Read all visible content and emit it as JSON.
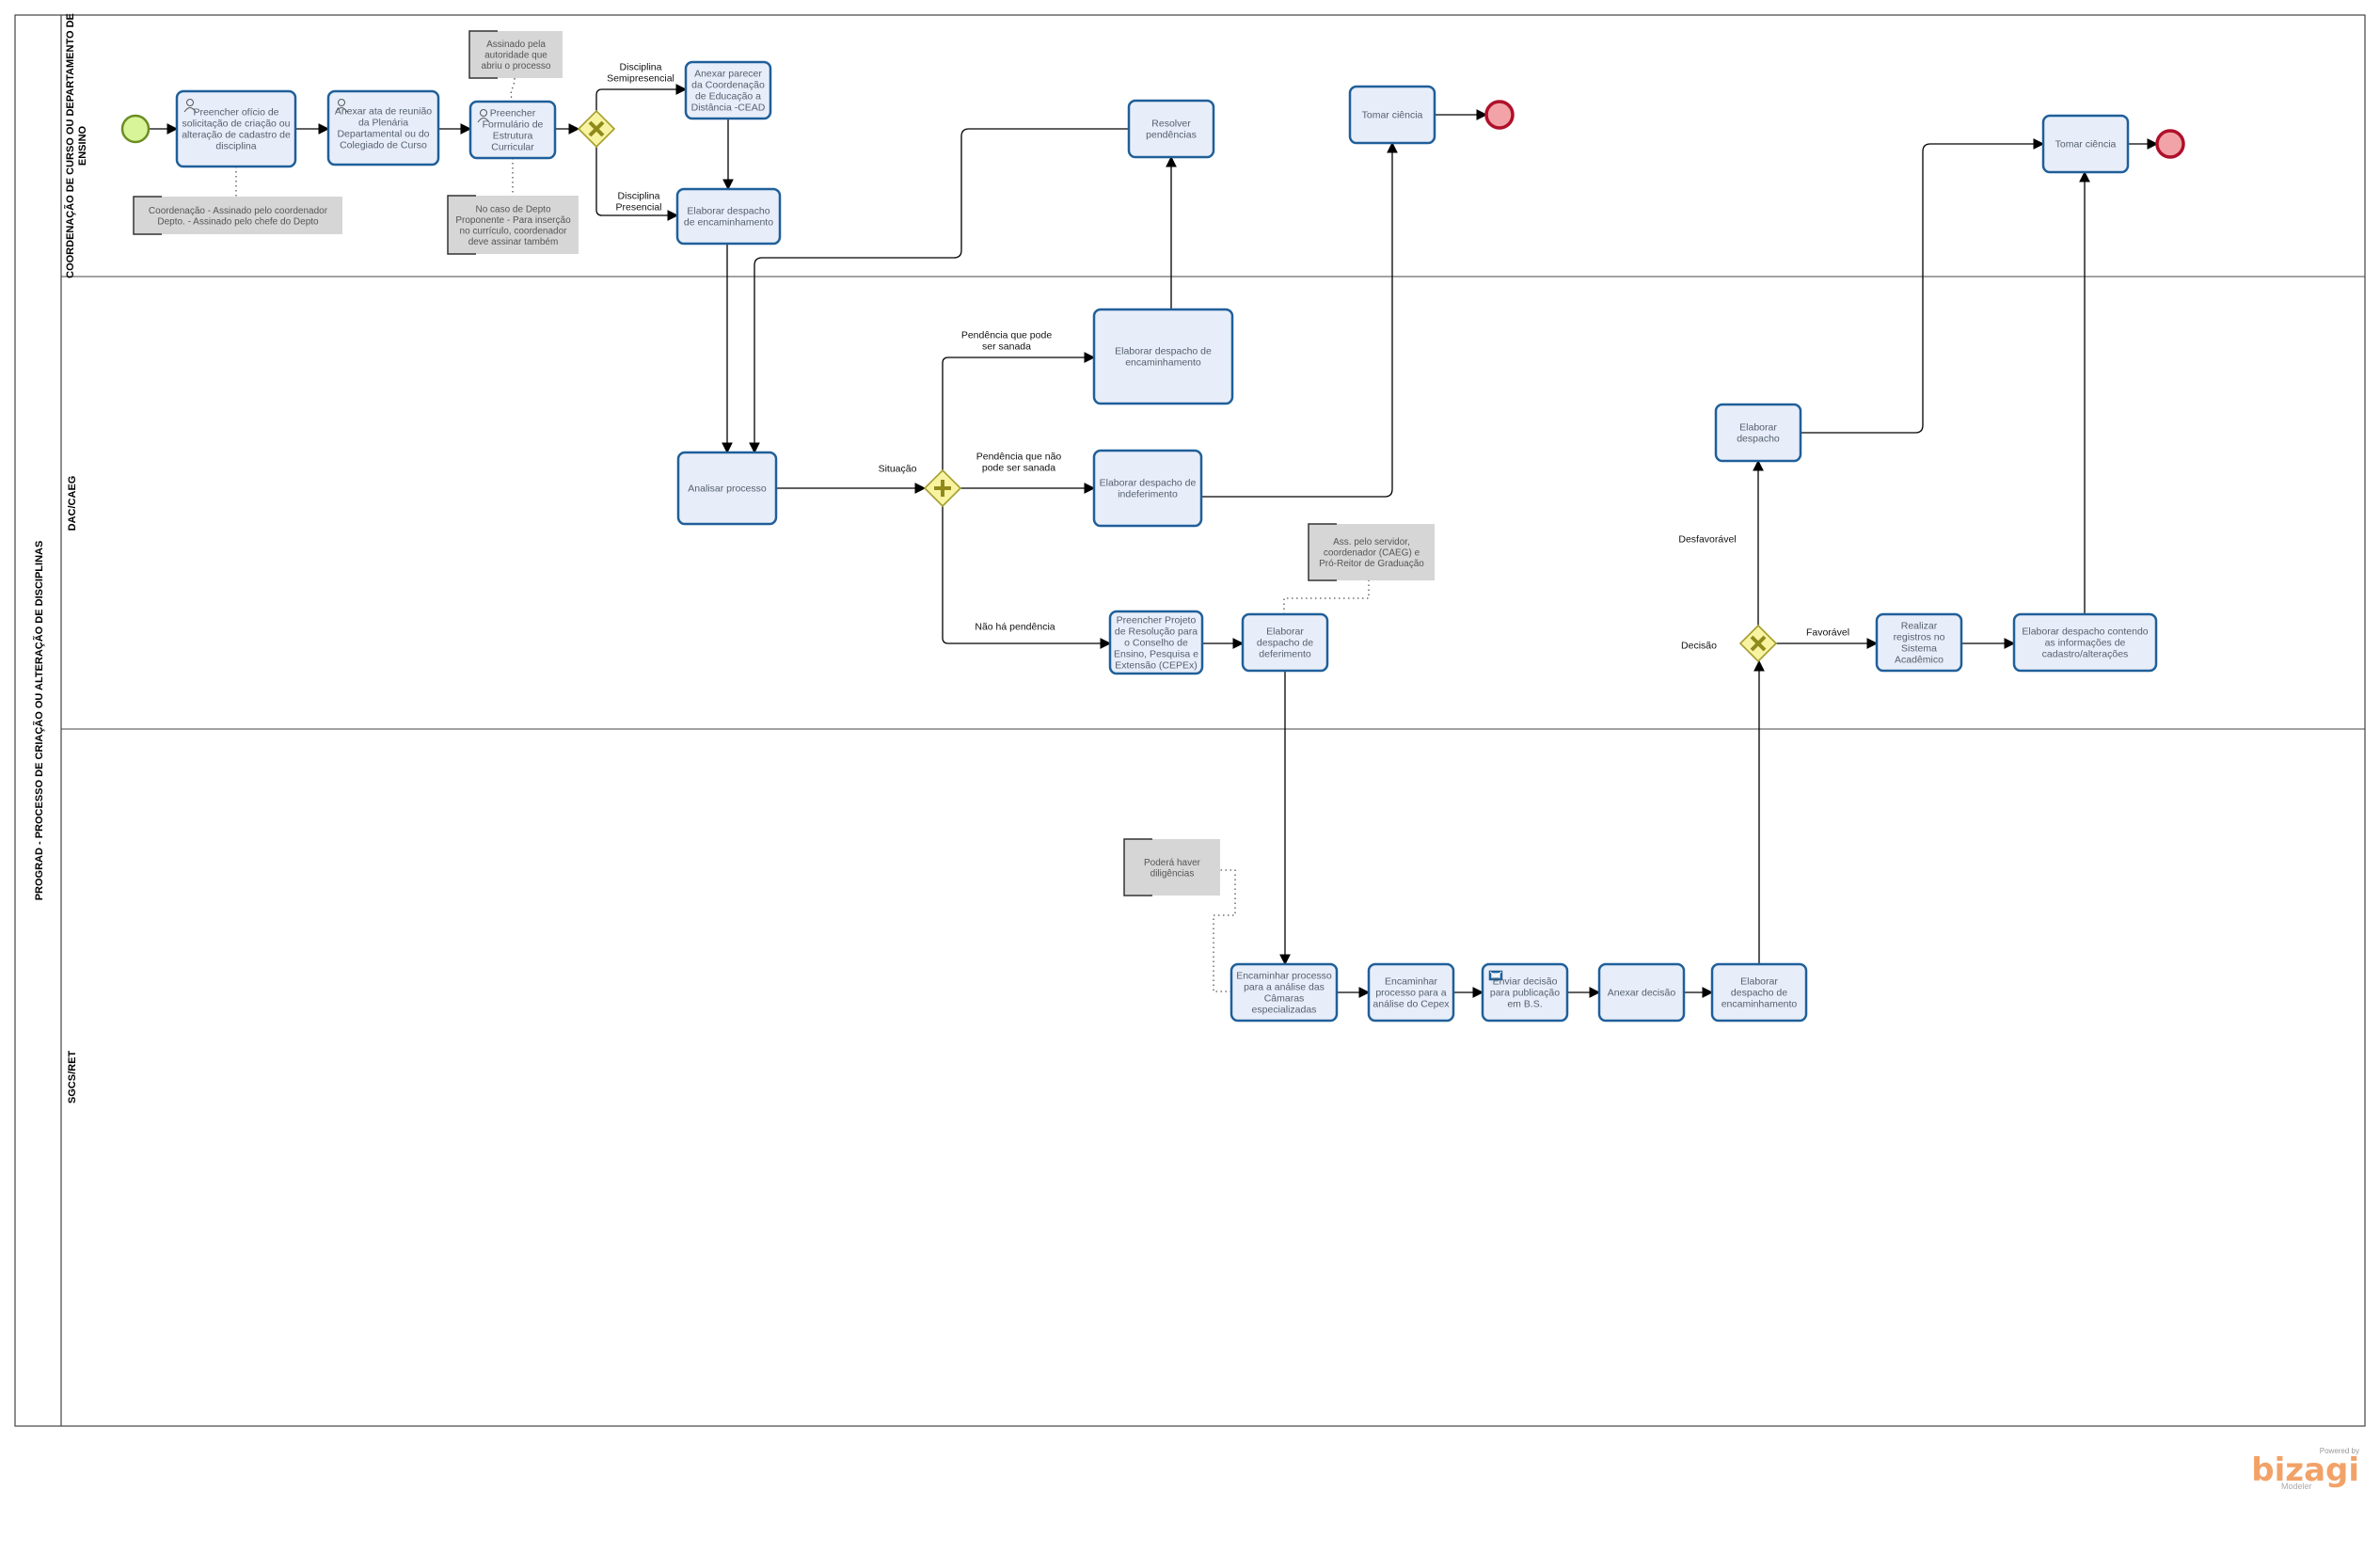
{
  "pool": {
    "title": "PROGRAD - PROCESSO DE CRIAÇÃO OU ALTERAÇÃO DE DISCIPLINAS"
  },
  "lanes": [
    {
      "id": "coord",
      "title": "COORDENAÇÃO DE CURSO OU DEPARTAMENTO DE ENSINO"
    },
    {
      "id": "dac",
      "title": "DAC/CAEG"
    },
    {
      "id": "sgcs",
      "title": "SGCS/RET"
    }
  ],
  "tasks": {
    "t_oficio": [
      "Preencher ofício de",
      "solicitação de criação ou",
      "alteração de cadastro de",
      "disciplina"
    ],
    "t_ata": [
      "Anexar ata de reunião",
      "da Plenária",
      "Departamental ou do",
      "Colegiado de Curso"
    ],
    "t_form": [
      "Preencher",
      "Formulário de",
      "Estrutura",
      "Curricular"
    ],
    "t_cead": [
      "Anexar parecer",
      "da Coordenação",
      "de Educação a",
      "Distância -CEAD"
    ],
    "t_encam1": [
      "Elaborar despacho",
      "de encaminhamento"
    ],
    "t_resolver": [
      "Resolver",
      "pendências"
    ],
    "t_ciencia1": [
      "Tomar ciência"
    ],
    "t_ciencia2": [
      "Tomar ciência"
    ],
    "t_analisar": [
      "Analisar processo"
    ],
    "t_encam2": [
      "Elaborar despacho de",
      "encaminhamento"
    ],
    "t_indef": [
      "Elaborar despacho de",
      "indeferimento"
    ],
    "t_projeto": [
      "Preencher Projeto",
      "de Resolução para",
      "o Conselho de",
      "Ensino, Pesquisa e",
      "Extensão (CEPEx)"
    ],
    "t_deferimento": [
      "Elaborar",
      "despacho de",
      "deferimento"
    ],
    "t_despacho": [
      "Elaborar",
      "despacho"
    ],
    "t_registros": [
      "Realizar",
      "registros no",
      "Sistema",
      "Acadêmico"
    ],
    "t_contendo": [
      "Elaborar despacho contendo",
      "as informações de",
      "cadastro/alterações"
    ],
    "t_camaras": [
      "Encaminhar processo",
      "para a análise das",
      "Câmaras",
      "especializadas"
    ],
    "t_cepex": [
      "Encaminhar",
      "processo para a",
      "análise do Cepex"
    ],
    "t_enviar": [
      "Enviar decisão",
      "para publicação",
      "em B.S."
    ],
    "t_anexar": [
      "Anexar decisão"
    ],
    "t_encam3": [
      "Elaborar",
      "despacho de",
      "encaminhamento"
    ]
  },
  "notes": {
    "n_assinado": [
      "Assinado pela",
      "autoridade que",
      "abriu o  processo"
    ],
    "n_coord": [
      "Coordenação - Assinado pelo coordenador",
      "Depto. - Assinado pelo chefe do Depto"
    ],
    "n_depto": [
      "No caso de Depto",
      "Proponente - Para inserção",
      "no currículo, coordenador",
      "deve assinar também"
    ],
    "n_ass": [
      "Ass. pelo servidor,",
      "coordenador (CAEG) e",
      "Pró-Reitor de Graduação"
    ],
    "n_dilig": [
      "Poderá haver",
      "diligências"
    ]
  },
  "labels": {
    "l_semi": [
      "Disciplina",
      "Semipresencial"
    ],
    "l_pres": [
      "Disciplina",
      "Presencial"
    ],
    "l_situacao": [
      "Situação"
    ],
    "l_pode": [
      "Pendência que pode",
      "ser sanada"
    ],
    "l_naopode": [
      "Pendência que não",
      "pode ser sanada"
    ],
    "l_naoha": [
      "Não há pendência"
    ],
    "l_desfav": [
      "Desfavorável"
    ],
    "l_decisao": [
      "Decisão"
    ],
    "l_fav": [
      "Favorável"
    ]
  },
  "colors": {
    "task_fill": "#e8eef9",
    "task_stroke": "#1f5f9a",
    "start_fill": "#d9f59a",
    "start_stroke": "#6b8e23",
    "end_fill": "#f2a3a8",
    "end_stroke": "#b0102a",
    "gateway_fill": "#f7f3a1",
    "gateway_stroke": "#a59d2d",
    "note_fill": "#d6d6d6"
  },
  "watermark": {
    "powered": "Powered by",
    "logo": "bizagi",
    "product": "Modeler"
  }
}
